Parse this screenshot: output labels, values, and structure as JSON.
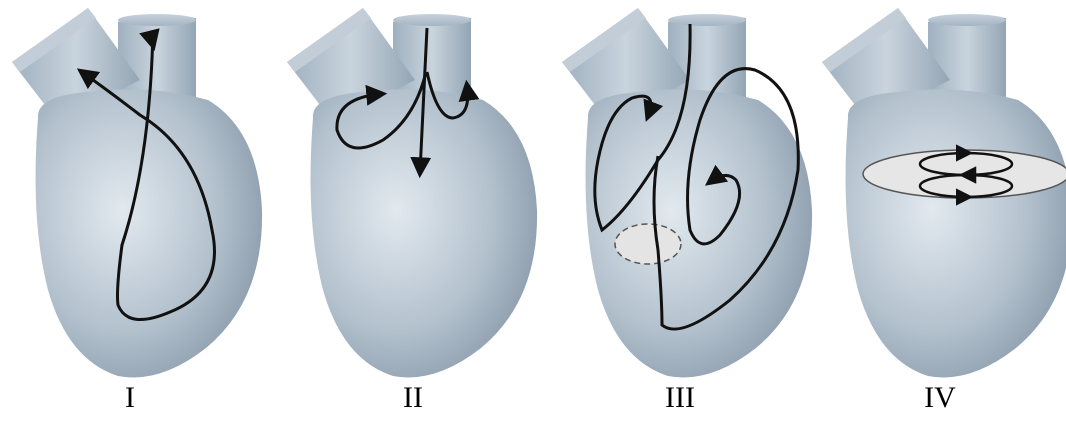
{
  "panels": [
    {
      "label": "I"
    },
    {
      "label": "II"
    },
    {
      "label": "III"
    },
    {
      "label": "IV"
    }
  ],
  "colors": {
    "background": "#ffffff",
    "heart_light": "#dfe6ec",
    "heart_mid": "#a9b8c5",
    "heart_dark": "#7c8ea0",
    "flow_line": "#111111",
    "valve_fill": "#e8e8e8"
  }
}
